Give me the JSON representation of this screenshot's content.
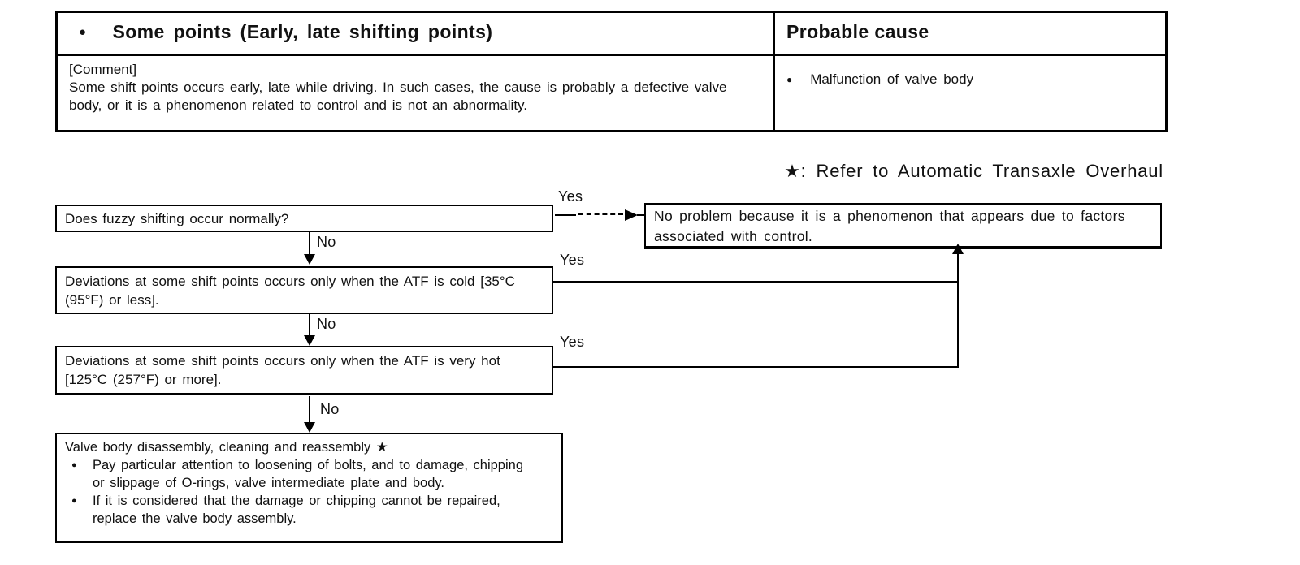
{
  "symptom_table": {
    "header": {
      "bullet": "●",
      "symptom_label": "Some points (Early, late shifting points)",
      "cause_label": "Probable cause"
    },
    "body": {
      "comment_tag": "[Comment]",
      "comment_text": "Some shift points occurs early, late while driving.  In such cases, the cause is probably a defective valve body, or it is a phenomenon related to control and is not an abnormality.",
      "cause_bullet": "●",
      "cause_text": "Malfunction of valve body"
    }
  },
  "reference_note": {
    "star": "★:",
    "text": "Refer to Automatic Transaxle Overhaul"
  },
  "flowchart": {
    "labels": {
      "yes": "Yes",
      "no": "No"
    },
    "q1": "Does fuzzy shifting occur normally?",
    "result_no_problem": "No problem because it is a phenomenon that appears due to factors associated with control.",
    "q2": "Deviations at some shift points occurs only when the ATF is cold [35°C (95°F) or less].",
    "q3": "Deviations at some shift points occurs only when the ATF is very hot [125°C (257°F) or more].",
    "action": {
      "title": "Valve body disassembly, cleaning and reassembly",
      "star": "★",
      "bullet": "●",
      "bullets": [
        "Pay particular attention to loosening of bolts, and to damage, chipping or slippage of O-rings, valve intermediate plate and body.",
        "If it is considered that the damage or chipping cannot be repaired, replace the valve body assembly."
      ]
    }
  }
}
